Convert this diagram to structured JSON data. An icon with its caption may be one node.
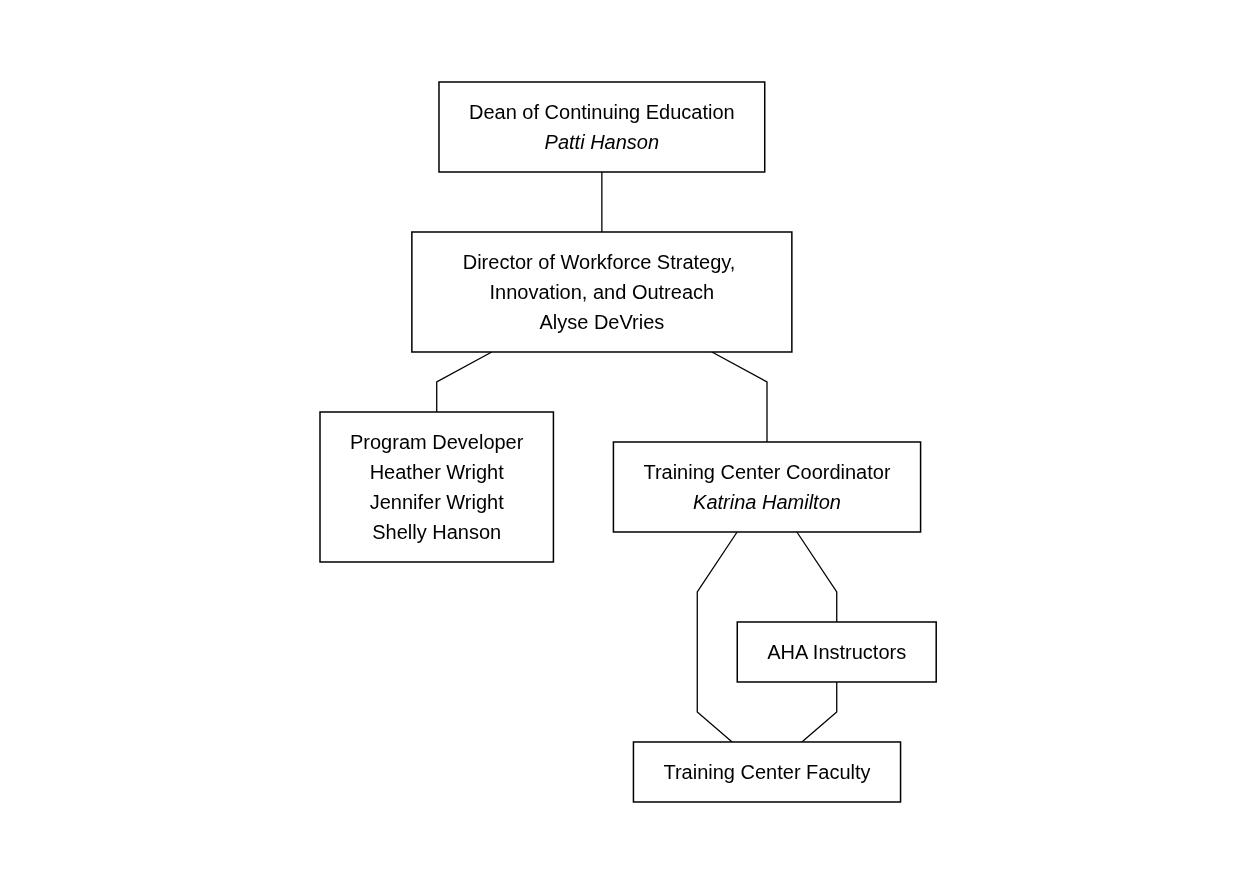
{
  "diagram": {
    "nodes": [
      {
        "text": [
          "Dean of Continuing Education",
          "Patti Hanson"
        ]
      },
      {
        "text": [
          "Director of Workforce Strategy, Innovation, and Outreach",
          "Alyse DeVries"
        ]
      },
      {
        "text": [
          "Program Developer",
          "Heather Wright",
          "Jennifer Wright",
          "Shelly Hanson"
        ]
      },
      {
        "text": [
          "Training Center Coordinator",
          "Katrina Hamilton"
        ]
      },
      {
        "text": [
          "AHA Instructors"
        ]
      },
      {
        "text": [
          "Training Center Faculty"
        ]
      }
    ],
    "edges": [
      {
        "from": 0,
        "to": 1,
        "arrow": "none"
      },
      {
        "from": 1,
        "to": 2,
        "arrow": "none"
      },
      {
        "from": 1,
        "to": 3,
        "arrow": "none"
      },
      {
        "from": 3,
        "to": 4,
        "arrow": "none"
      },
      {
        "from": 3,
        "to": 5,
        "arrow": "none"
      },
      {
        "from": 4,
        "to": 5,
        "arrow": "none"
      }
    ]
  }
}
